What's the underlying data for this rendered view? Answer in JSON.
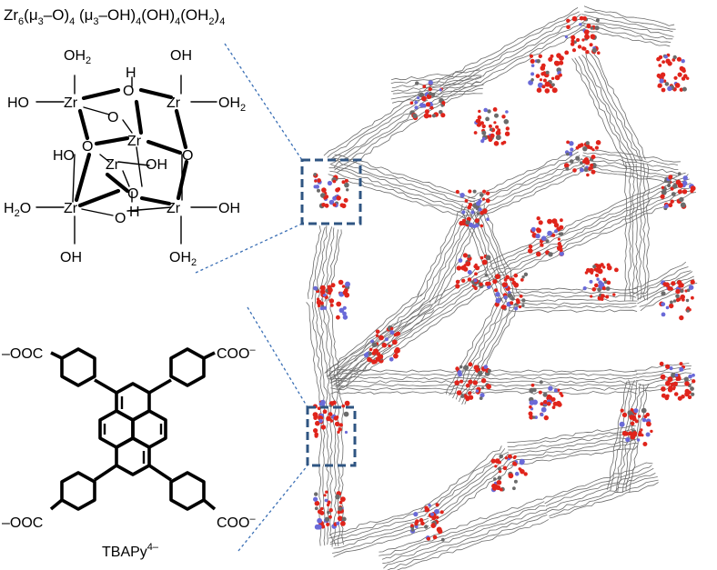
{
  "cluster": {
    "formula": {
      "base": "Zr",
      "n1": "6",
      "g1_open": "(μ",
      "g1_sub": "3",
      "g1_close": "–O)",
      "n2": "4",
      "g2_open": " (μ",
      "g2_sub": "3",
      "g2_close": "–OH)",
      "n3": "4",
      "g3": "(OH)",
      "n4": "4",
      "g4": "(OH",
      "g4_sub": "2",
      "g4_close": ")",
      "n5": "4"
    },
    "atoms": {
      "zr": "Zr",
      "o": "O",
      "h": "H",
      "oh": "OH",
      "ho": "HO",
      "oh2": "OH",
      "h2o": "H",
      "two": "2",
      "water_tail": "O"
    }
  },
  "linker": {
    "caption_base": "TBAPy",
    "caption_sup": "4–",
    "carboxylate_left": "–OOC",
    "carboxylate_right": "COO",
    "minus": "–"
  },
  "colors": {
    "oxygen": "#e0241b",
    "nitrogen": "#6a6ad8",
    "carbon": "#6b6b6b",
    "highlight_box": "#2f5582",
    "leader_line": "#3a6fb5"
  }
}
